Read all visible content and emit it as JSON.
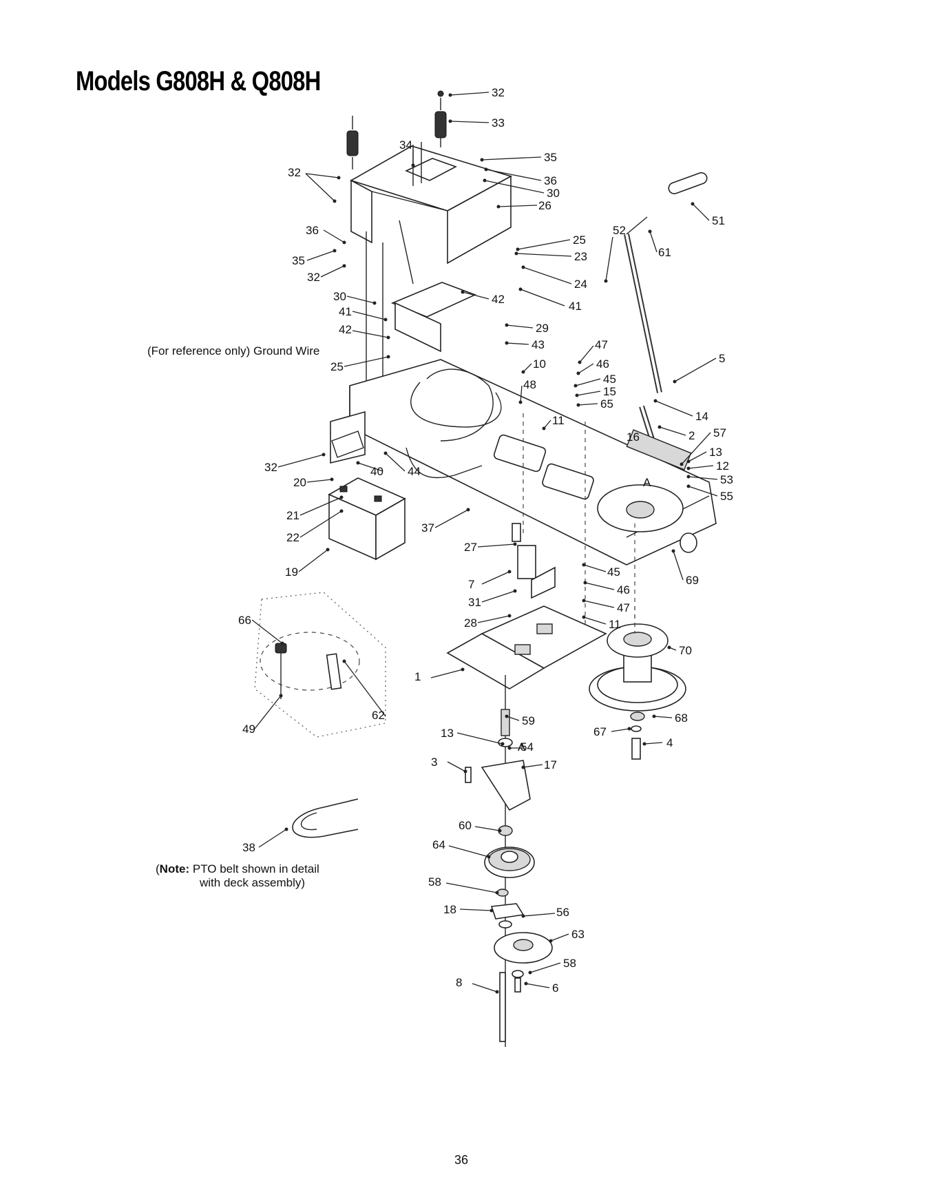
{
  "title": "Models G808H & Q808H",
  "notes": {
    "reference": "(For reference only) Ground Wire",
    "pto_label": "Note:",
    "pto_line1": "PTO belt shown in detail",
    "pto_line2": "with deck assembly)"
  },
  "page_number": "36",
  "callouts": [
    "32",
    "33",
    "34",
    "35",
    "36",
    "30",
    "26",
    "32",
    "36",
    "35",
    "32",
    "30",
    "41",
    "42",
    "25",
    "25",
    "23",
    "24",
    "41",
    "42",
    "29",
    "43",
    "52",
    "51",
    "61",
    "47",
    "46",
    "45",
    "15",
    "65",
    "10",
    "48",
    "11",
    "5",
    "14",
    "2",
    "57",
    "16",
    "13",
    "12",
    "53",
    "55",
    "32",
    "40",
    "44",
    "20",
    "21",
    "22",
    "37",
    "19",
    "27",
    "7",
    "31",
    "28",
    "45",
    "46",
    "47",
    "11",
    "69",
    "66",
    "62",
    "49",
    "70",
    "1",
    "59",
    "13",
    "54",
    "17",
    "3",
    "68",
    "67",
    "4",
    "60",
    "64",
    "58",
    "18",
    "56",
    "63",
    "58",
    "6",
    "8",
    "38"
  ]
}
